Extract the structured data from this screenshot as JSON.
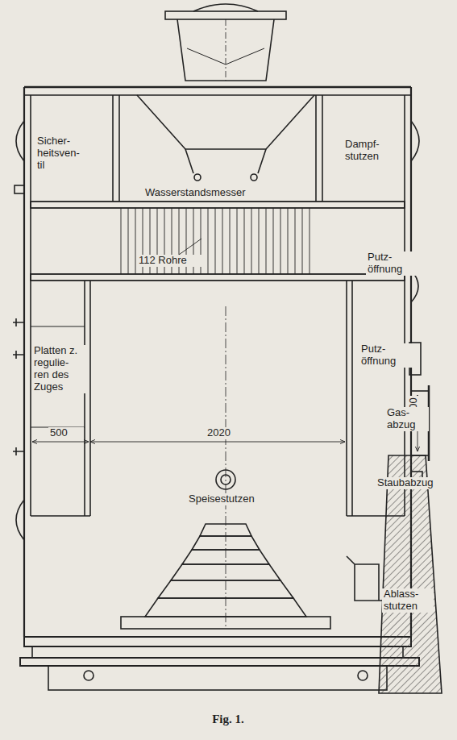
{
  "diagram": {
    "caption": "Fig. 1.",
    "labels": [
      "Sicher- heitsven- til",
      "Wasserstandsmesser",
      "Dampf- stutzen",
      "112 Rohre",
      "Putz- öffnung",
      "Platten z. regulie- ren des Zuges",
      "500",
      "2020",
      "Putz- öffnung",
      "400",
      "Gas- abzug",
      "Staubabzug",
      "Speisestutzen",
      "Ablass- stutzen"
    ]
  }
}
